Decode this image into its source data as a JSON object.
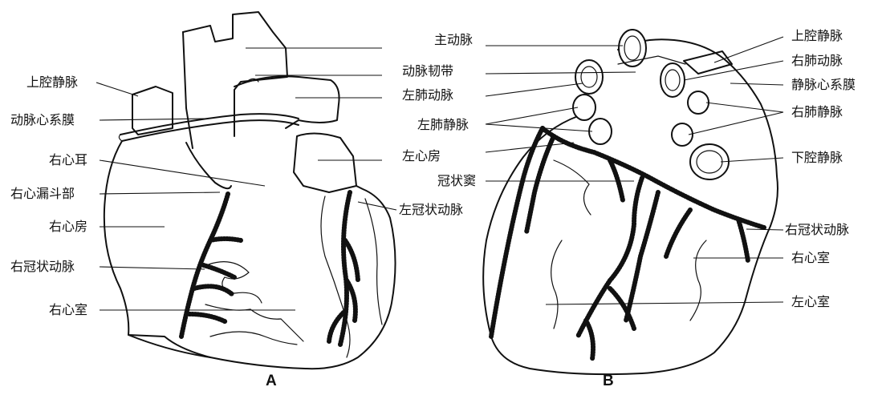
{
  "figure": {
    "panels": [
      {
        "caption": "A",
        "labels": {
          "svc": "上腔静脉",
          "arterial_mesocardium": "动脉心系膜",
          "right_auricle": "右心耳",
          "conus": "右心漏斗部",
          "right_atrium": "右心房",
          "right_coronary": "右冠状动脉",
          "right_ventricle": "右心室",
          "aorta": "主动脉",
          "ligamentum": "动脉韧带",
          "left_pulm_artery": "左肺动脉",
          "left_atrium": "左心房",
          "left_coronary": "左冠状动脉"
        }
      },
      {
        "caption": "B",
        "labels": {
          "left_pulm_vein": "左肺静脉",
          "coronary_sinus": "冠状窦",
          "svc": "上腔静脉",
          "right_pulm_artery": "右肺动脉",
          "venous_mesocardium": "静脉心系膜",
          "right_pulm_vein": "右肺静脉",
          "ivc": "下腔静脉",
          "right_coronary": "右冠状动脉",
          "right_ventricle": "右心室",
          "left_ventricle": "左心室"
        }
      }
    ]
  }
}
